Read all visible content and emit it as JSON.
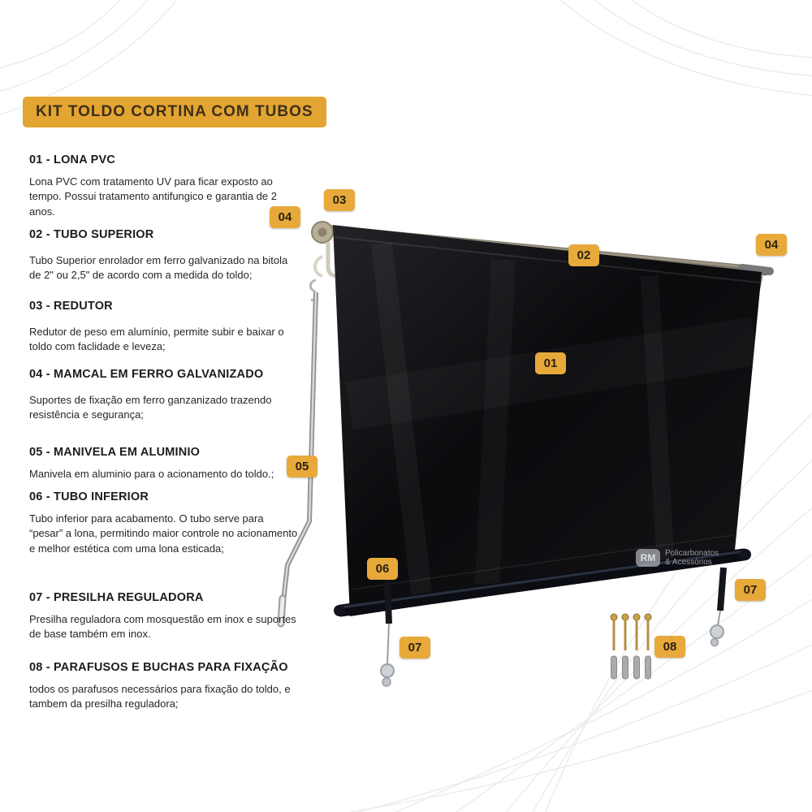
{
  "page": {
    "title": "KIT TOLDO CORTINA COM TUBOS"
  },
  "colors": {
    "accent": "#E3A532",
    "badge": "#E8A93B",
    "tarp": "#0d0d10"
  },
  "items": [
    {
      "heading": "01 - LONA PVC",
      "body": "Lona PVC com tratamento UV para ficar exposto ao tempo. Possui tratamento antifungico e garantia de 2 anos."
    },
    {
      "heading": "02 - TUBO SUPERIOR",
      "body": "Tubo Superior enrolador em ferro galvanizado na bitola de 2\" ou 2,5\" de acordo com a medida do toldo;"
    },
    {
      "heading": "03 - REDUTOR",
      "body": "Redutor de peso em alumínio, permite subir e baixar o toldo com faclidade e leveza;"
    },
    {
      "heading": "04 - MAMCAL  EM FERRO GALVANIZADO",
      "body": "Suportes de fixação em ferro ganzanizado trazendo resistência e segurança;"
    },
    {
      "heading": "05 - MANIVELA EM ALUMINIO",
      "body": "Manivela em aluminio para o acionamento do toldo.;"
    },
    {
      "heading": "06 - TUBO INFERIOR",
      "body": "Tubo inferior para acabamento. O tubo serve para “pesar” a lona, permitindo maior controle no acionamento e melhor estética com uma lona esticada;"
    },
    {
      "heading": "07 - PRESILHA REGULADORA",
      "body": "Presilha reguladora com mosquestão em inox e suportes de base também em inox."
    },
    {
      "heading": "08 - PARAFUSOS E BUCHAS PARA FIXAÇÃO",
      "body": "todos os parafusos necessários para fixação do toldo, e tambem da presilha reguladora;"
    }
  ],
  "badges": {
    "n01": "01",
    "n02": "02",
    "n03": "03",
    "n04": "04",
    "n05": "05",
    "n06": "06",
    "n07": "07",
    "n08": "08"
  },
  "logo": {
    "mark": "RM",
    "line1": "Policarbonatos",
    "line2": "& Acessórios"
  }
}
